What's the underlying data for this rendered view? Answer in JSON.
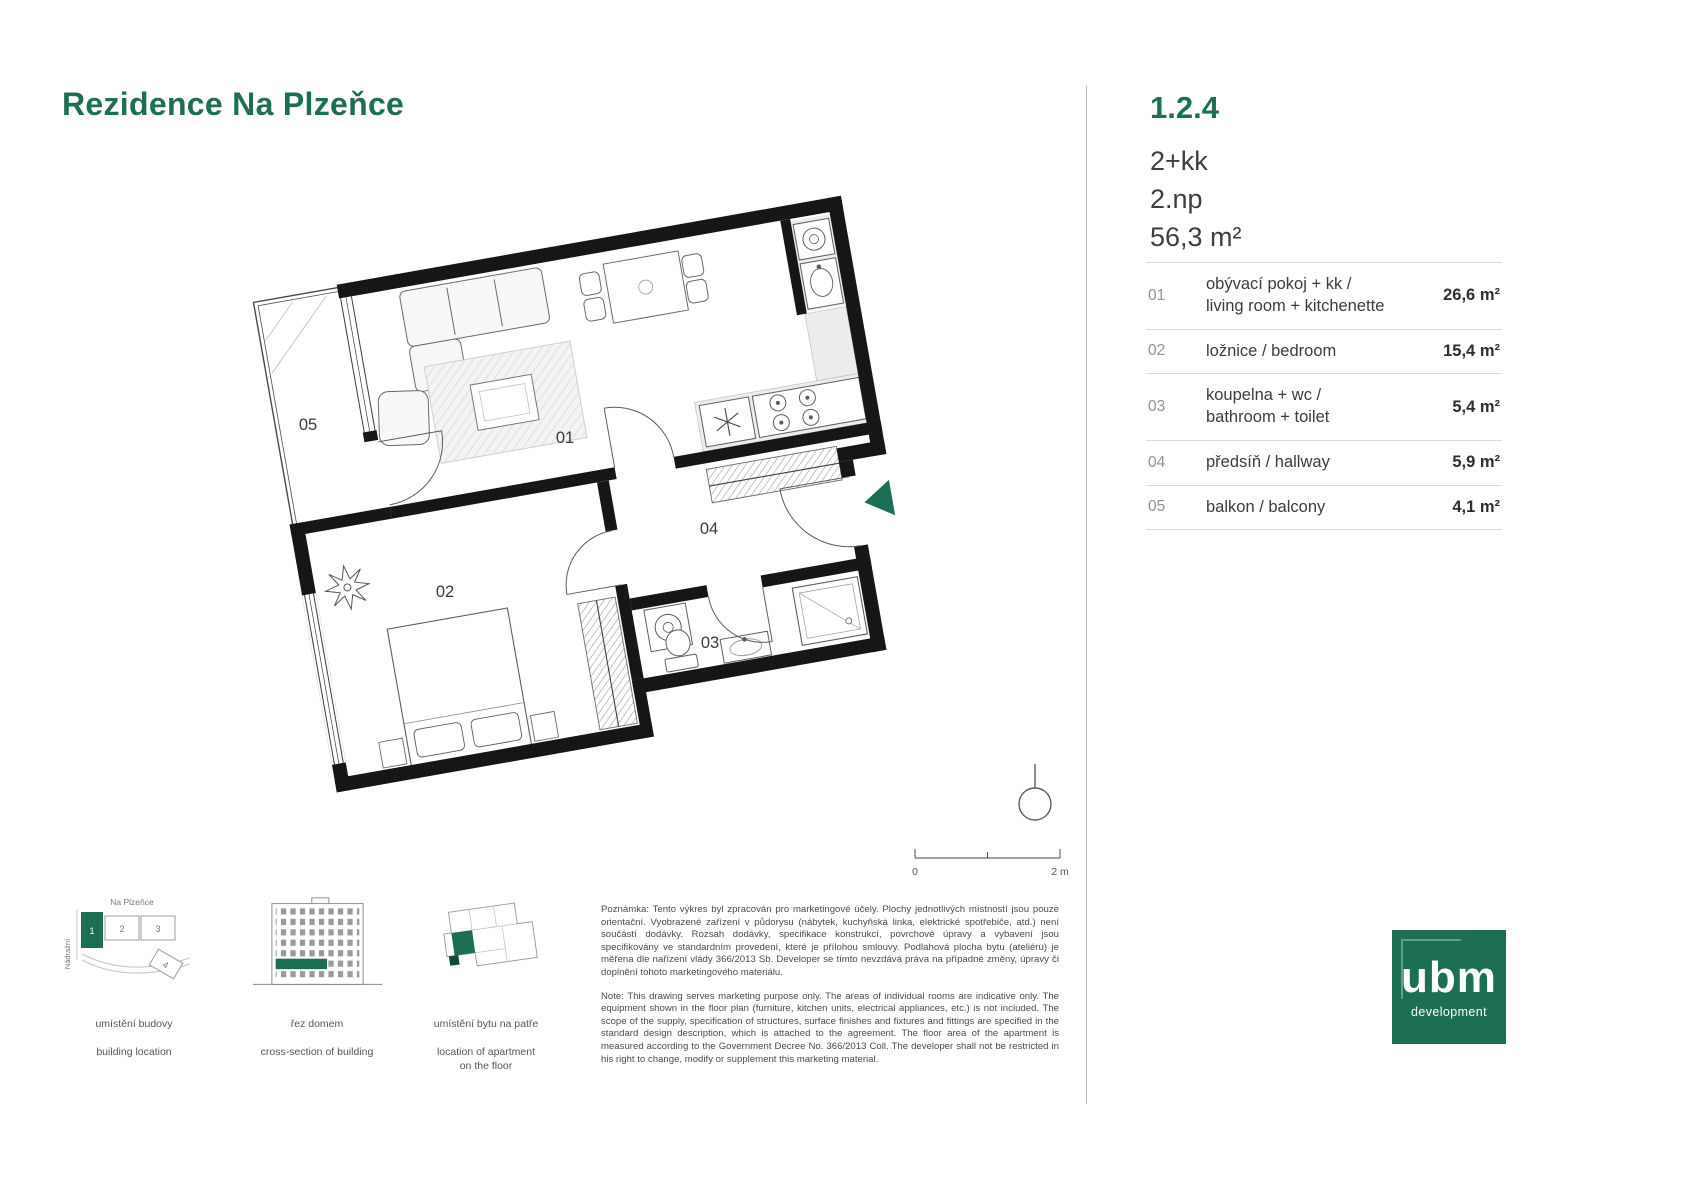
{
  "title": "Rezidence Na Plzeňce",
  "unit": {
    "id": "1.2.4",
    "disposition": "2+kk",
    "floor": "2.np",
    "area": "56,3 m²"
  },
  "table": {
    "rows": [
      {
        "num": "01",
        "label": "obývací pokoj + kk /\nliving room + kitchenette",
        "area": "26,6 m²"
      },
      {
        "num": "02",
        "label": "ložnice / bedroom",
        "area": "15,4 m²"
      },
      {
        "num": "03",
        "label": "koupelna + wc /\nbathroom + toilet",
        "area": "5,4 m²"
      },
      {
        "num": "04",
        "label": "předsíň / hallway",
        "area": "5,9 m²"
      },
      {
        "num": "05",
        "label": "balkon / balcony",
        "area": "4,1 m²"
      }
    ]
  },
  "plan": {
    "room_labels": {
      "r01": "01",
      "r02": "02",
      "r03": "03",
      "r04": "04",
      "r05": "05"
    },
    "scale": {
      "start": "0",
      "end": "2 m"
    }
  },
  "figures": {
    "location": {
      "street_top": "Na Plzeňce",
      "street_left": "Nádražní",
      "b1": "1",
      "b2": "2",
      "b3": "3",
      "b4": "4",
      "caption_cs": "umístění budovy",
      "caption_en": "building location"
    },
    "section": {
      "caption_cs": "řez domem",
      "caption_en": "cross-section of building"
    },
    "floor": {
      "caption_cs": "umístění bytu na patře",
      "caption_en": "location of apartment\non the floor"
    }
  },
  "notes": {
    "cs": "Poznámka: Tento výkres byl zpracován pro marketingové účely. Plochy jednotlivých místností jsou pouze orientační. Vyobrazené zařízení v půdorysu (nábytek, kuchyňská linka, elektrické spotřebiče, atd.) není součástí dodávky. Rozsah dodávky, specifikace konstrukcí, povrchové úpravy a vybavení jsou specifikovány ve standardním provedení, které je přílohou smlouvy. Podlahová plocha bytu (ateliéru) je měřena dle nařízení vlády 366/2013 Sb. Developer se tímto nevzdává práva na případné změny, úpravy či doplnění tohoto marketingového materiálu.",
    "en": "Note: This drawing serves marketing purpose only. The areas of individual rooms are indicative only. The equipment shown in the floor plan (furniture, kitchen units, electrical appliances, etc.) is not included. The scope of the supply, specification of structures, surface finishes and fixtures and fittings are specified in the standard design description, which is attached to the agreement. The floor area of the apartment is measured according to the Government Decree No. 366/2013 Coll. The developer shall not be restricted in his right to change, modify or supplement this marketing material."
  },
  "logo": {
    "brand": "ubm",
    "tagline": "development"
  },
  "colors": {
    "brand_green": "#1c6e54"
  }
}
